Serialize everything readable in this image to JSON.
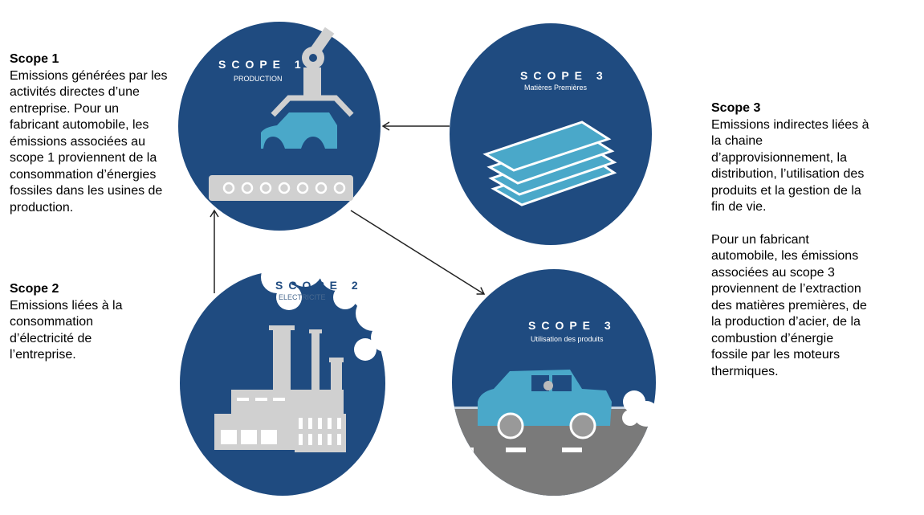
{
  "left": {
    "scope1_title": "Scope 1",
    "scope1_text": "Emissions générées par les activités directes d’une entreprise. Pour un fabricant automobile, les émissions associées au scope 1 proviennent de la consommation d’énergies fossiles dans les usines de production.",
    "scope2_title": "Scope 2",
    "scope2_text": "Emissions liées à la consommation d’électricité de l’entreprise."
  },
  "right": {
    "scope3_title": "Scope 3",
    "scope3_text1": "Emissions indirectes liées à la chaine d’approvisionnement, la distribution, l’utilisation des produits et la gestion de la fin de vie.",
    "scope3_text2": "Pour un fabricant automobile, les émissions associées au scope 3 proviennent de l’extraction des matières premières, de la production d’acier, de la combustion d’énergie fossile par les moteurs thermiques."
  },
  "circles": {
    "scope1": {
      "title": "SCOPE 1",
      "subtitle": "PRODUCTION"
    },
    "scope2": {
      "title": "SCOPE 2",
      "subtitle": "ELECTRICITE"
    },
    "scope3a": {
      "title": "SCOPE 3",
      "subtitle": "Matières Premières"
    },
    "scope3b": {
      "title": "SCOPE 3",
      "subtitle": "Utilisation des produits"
    }
  },
  "colors": {
    "navy": "#1f4b80",
    "light_blue": "#4aa8c9",
    "grey": "#d0d0d0",
    "road": "#7a7a7a"
  }
}
